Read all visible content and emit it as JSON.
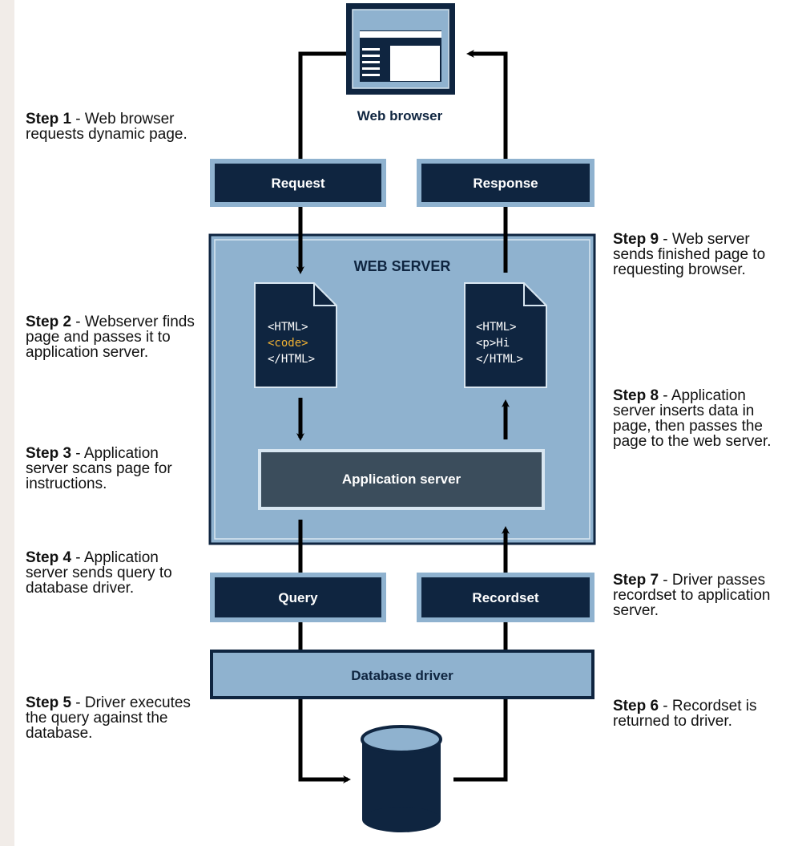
{
  "nodes": {
    "browser": "Web browser",
    "request": "Request",
    "response": "Response",
    "web_server": "WEB SERVER",
    "app_server": "Application server",
    "query": "Query",
    "recordset": "Recordset",
    "db_driver": "Database driver"
  },
  "docs": {
    "left": [
      "<HTML>",
      "<code>",
      "</HTML>"
    ],
    "right": [
      "<HTML>",
      "<p>Hi",
      "</HTML>"
    ]
  },
  "steps": [
    {
      "label": "Step 1",
      "text": "Web browser requests dynamic page."
    },
    {
      "label": "Step 2",
      "text": "Webserver finds page and passes it to application server."
    },
    {
      "label": "Step 3",
      "text": "Application server scans page for instructions."
    },
    {
      "label": "Step 4",
      "text": "Application server sends query to database driver."
    },
    {
      "label": "Step 5",
      "text": "Driver executes the query against the database."
    },
    {
      "label": "Step 6",
      "text": "Recordset is returned to driver."
    },
    {
      "label": "Step 7",
      "text": "Driver passes recordset to application server."
    },
    {
      "label": "Step 8",
      "text": "Application server inserts data in page, then passes the page to the web server."
    },
    {
      "label": "Step 9",
      "text": "Web server sends finished page to requesting browser."
    }
  ],
  "colors": {
    "navy": "#0f2540",
    "panel": "#8fb2cf",
    "app": "#3b4d5c",
    "driver": "#8fb2cf",
    "highlight": "#f2b233"
  }
}
